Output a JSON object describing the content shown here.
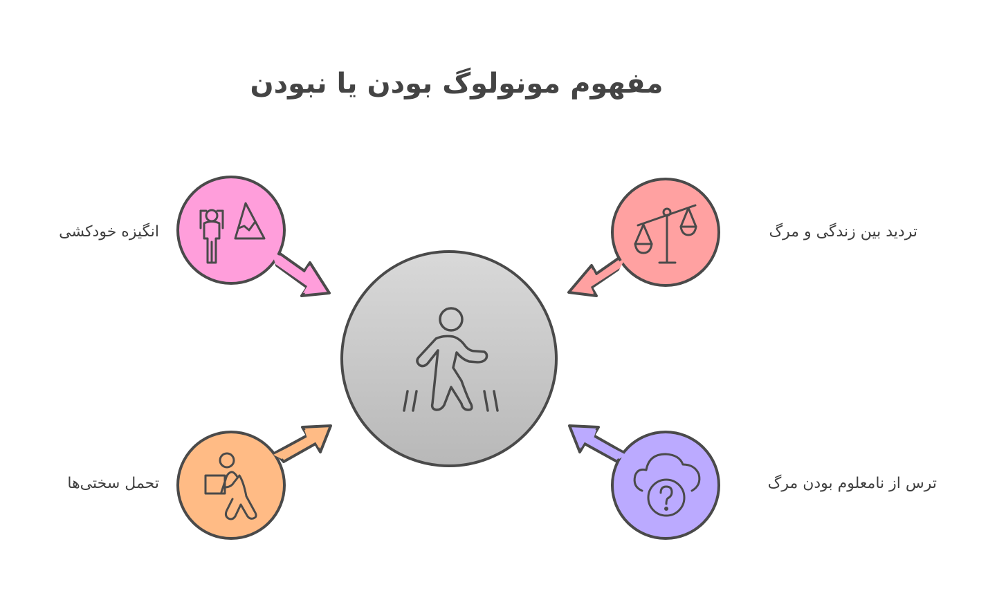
{
  "title": "مفهوم مونولوگ بودن یا نبودن",
  "center": {
    "icon": "walking-person-icon",
    "fill_top": "#d9d9d9",
    "fill_bottom": "#b8b8b8"
  },
  "nodes": [
    {
      "id": "suicide-motivation",
      "label": "انگیزه خودکشی",
      "icon": "hiker-mountain-icon",
      "color": "#ff9edb",
      "position": "top-left"
    },
    {
      "id": "life-death-doubt",
      "label": "تردید بین زندگی و مرگ",
      "icon": "balance-scale-icon",
      "color": "#ffa1a1",
      "position": "top-right"
    },
    {
      "id": "endure-hardships",
      "label": "تحمل سختی‌ها",
      "icon": "person-carrying-box-icon",
      "color": "#ffbb85",
      "position": "bottom-left"
    },
    {
      "id": "fear-unknown-death",
      "label": "ترس از نامعلوم بودن مرگ",
      "icon": "cloud-question-icon",
      "color": "#bbaaff",
      "position": "bottom-right"
    }
  ],
  "colors": {
    "stroke": "#4a4a4a",
    "text": "#3f3f3f",
    "background": "#ffffff"
  }
}
